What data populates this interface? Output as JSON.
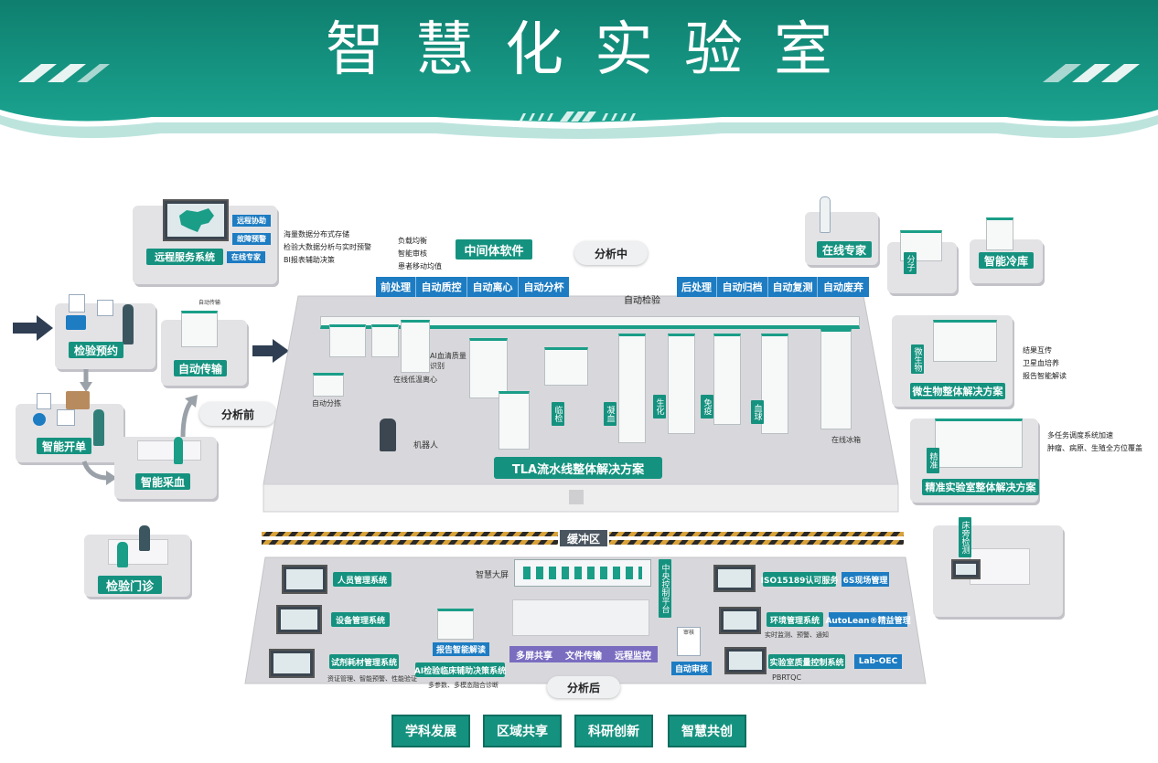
{
  "header": {
    "title": "智慧化实验室"
  },
  "left": {
    "remote": {
      "label": "远程服务系统",
      "tags": [
        "远程协助",
        "故障预警",
        "在线专家"
      ],
      "notes": [
        "海量数据分布式存储",
        "检验大数据分析与实时预警",
        "BI报表辅助决策"
      ]
    },
    "booking": "检验预约",
    "transport": "自动传输",
    "transport_sign": "自动传输",
    "ordering": "智能开单",
    "blood": "智能采血",
    "clinic": "检验门诊",
    "pre_analysis": "分析前"
  },
  "top": {
    "middleware": "中间体软件",
    "mw_notes": [
      "负载均衡",
      "智能审核",
      "患者移动均值"
    ],
    "in_analysis": "分析中",
    "pre_bar": [
      "前处理",
      "自动质控",
      "自动离心",
      "自动分杯"
    ],
    "post_bar": [
      "后处理",
      "自动归档",
      "自动复测",
      "自动废弃"
    ],
    "auto_test": "自动检验"
  },
  "floor": {
    "labels": {
      "split": "自动分拣",
      "centrifuge": "在线低温离心",
      "ai": "AI血清质量识别",
      "robot": "机器人",
      "fridge": "在线冰箱"
    },
    "stations": [
      "临检",
      "凝血",
      "生化",
      "免疫",
      "血球"
    ],
    "tla": "TLA流水线整体解决方案"
  },
  "right": {
    "expert": "在线专家",
    "molecular": "分子",
    "cold": "智能冷库",
    "micro_tag": "微生物",
    "micro": "微生物整体解决方案",
    "micro_notes": [
      "结果互传",
      "卫星血培养",
      "报告智能解读"
    ],
    "precise_tag": "精准",
    "precise": "精准实验室整体解决方案",
    "precise_notes": [
      "多任务调度系统加速",
      "肿瘤、病原、生殖全方位覆盖"
    ],
    "poct_tag": "床旁检测"
  },
  "buffer": "缓冲区",
  "post": {
    "staff": "人员管理系统",
    "device": "设备管理系统",
    "reagent": "试剂耗材管理系统",
    "reagent_note": "资证管理、智能预警、性能验证",
    "screen": "智慧大屏",
    "report_ai": "报告智能解读",
    "ai_decision": "AI检验临床辅助决策系统",
    "ai_note": "多参数、多模态融合诊断",
    "control_tag": "中央控制平台",
    "share_bar": [
      "多屏共享",
      "文件传输",
      "远程监控"
    ],
    "post_analysis": "分析后",
    "auto_review": "自动审核",
    "audit_sign": "审核",
    "iso": "ISO15189认可服务",
    "six_s": "6S现场管理",
    "env": "环境管理系统",
    "env_note": "实时监测、预警、通知",
    "autolean": "AutoLean®精益管理",
    "qc": "实验室质量控制系统",
    "qc_note": "PBRTQC",
    "oec": "Lab-OEC"
  },
  "footer": [
    "学科发展",
    "区域共享",
    "科研创新",
    "智慧共创"
  ],
  "colors": {
    "teal": "#15927f",
    "blue": "#1d7cc2",
    "header": "#139080",
    "floor": "#d8d8dc"
  }
}
